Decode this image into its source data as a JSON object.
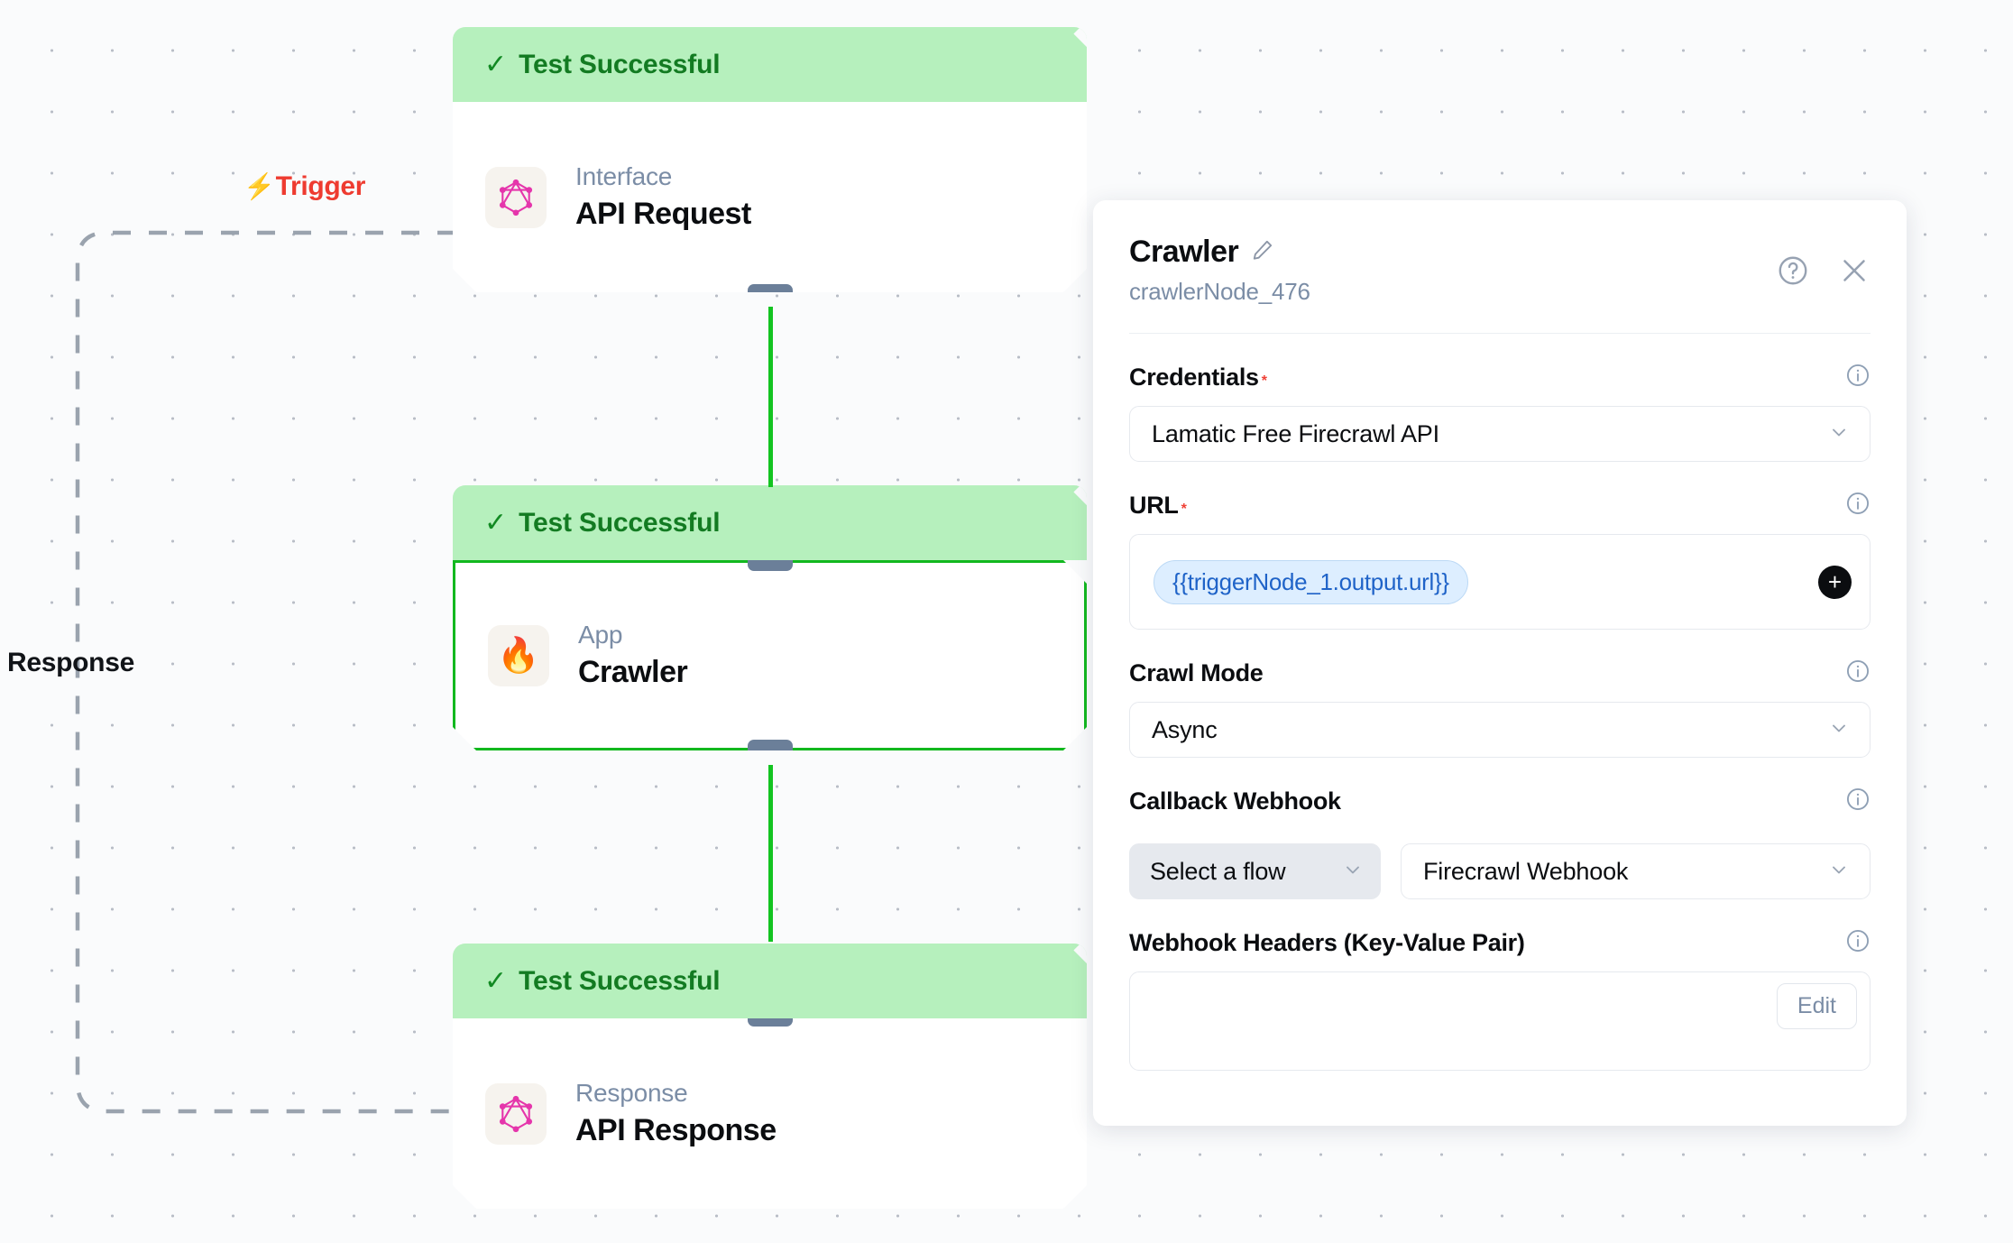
{
  "canvas": {
    "edges": [
      {
        "id": "trigger",
        "label": "Trigger",
        "icon": "lightning-bolt-icon",
        "color": "#ee3b30"
      },
      {
        "id": "response",
        "label": "Response",
        "color": "#111418"
      }
    ],
    "nodes": [
      {
        "id": "api-request",
        "status": "Test Successful",
        "status_icon": "check-icon",
        "kind": "Interface",
        "title": "API Request",
        "icon": "graphql-icon",
        "selected": false
      },
      {
        "id": "crawler",
        "status": "Test Successful",
        "status_icon": "check-icon",
        "kind": "App",
        "title": "Crawler",
        "icon": "fire-icon",
        "emoji": "🔥",
        "selected": true
      },
      {
        "id": "api-response",
        "status": "Test Successful",
        "status_icon": "check-icon",
        "kind": "Response",
        "title": "API Response",
        "icon": "graphql-icon",
        "selected": false
      }
    ]
  },
  "panel": {
    "title": "Crawler",
    "subtitle": "crawlerNode_476",
    "edit_icon": "pencil-icon",
    "help_icon": "help-circle-icon",
    "close_icon": "close-icon",
    "fields": {
      "credentials": {
        "label": "Credentials",
        "required": "*",
        "value": "Lamatic Free Firecrawl API"
      },
      "url": {
        "label": "URL",
        "required": "*",
        "token": "{{triggerNode_1.output.url}}",
        "add_label": "+"
      },
      "crawl_mode": {
        "label": "Crawl Mode",
        "value": "Async"
      },
      "callback_webhook": {
        "label": "Callback Webhook",
        "flow_value": "Select a flow",
        "webhook_value": "Firecrawl Webhook"
      },
      "webhook_headers": {
        "label": "Webhook Headers (Key-Value Pair)",
        "edit_label": "Edit"
      }
    }
  },
  "colors": {
    "status_bg": "#b6f0bd",
    "status_text": "#137b22",
    "selected_border": "#12b81f",
    "link": "#13c421",
    "trigger": "#ee3b30",
    "token_text": "#1f63c8",
    "token_bg": "#ddeeff"
  }
}
